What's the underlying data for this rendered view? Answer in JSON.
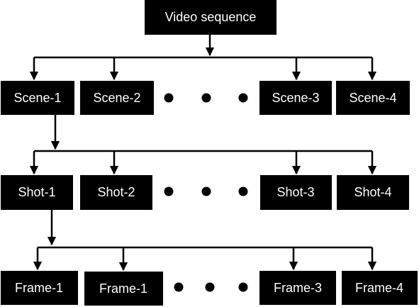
{
  "diagram": {
    "root": "Video sequence",
    "scenes": [
      "Scene-1",
      "Scene-2",
      "Scene-3",
      "Scene-4"
    ],
    "shots": [
      "Shot-1",
      "Shot-2",
      "Shot-3",
      "Shot-4"
    ],
    "frames": [
      "Frame-1",
      "Frame-1",
      "Frame-3",
      "Frame-4"
    ],
    "colors": {
      "box_fill": "#000000",
      "box_text": "#ffffff",
      "line": "#000000",
      "background": "#ffffff"
    }
  }
}
